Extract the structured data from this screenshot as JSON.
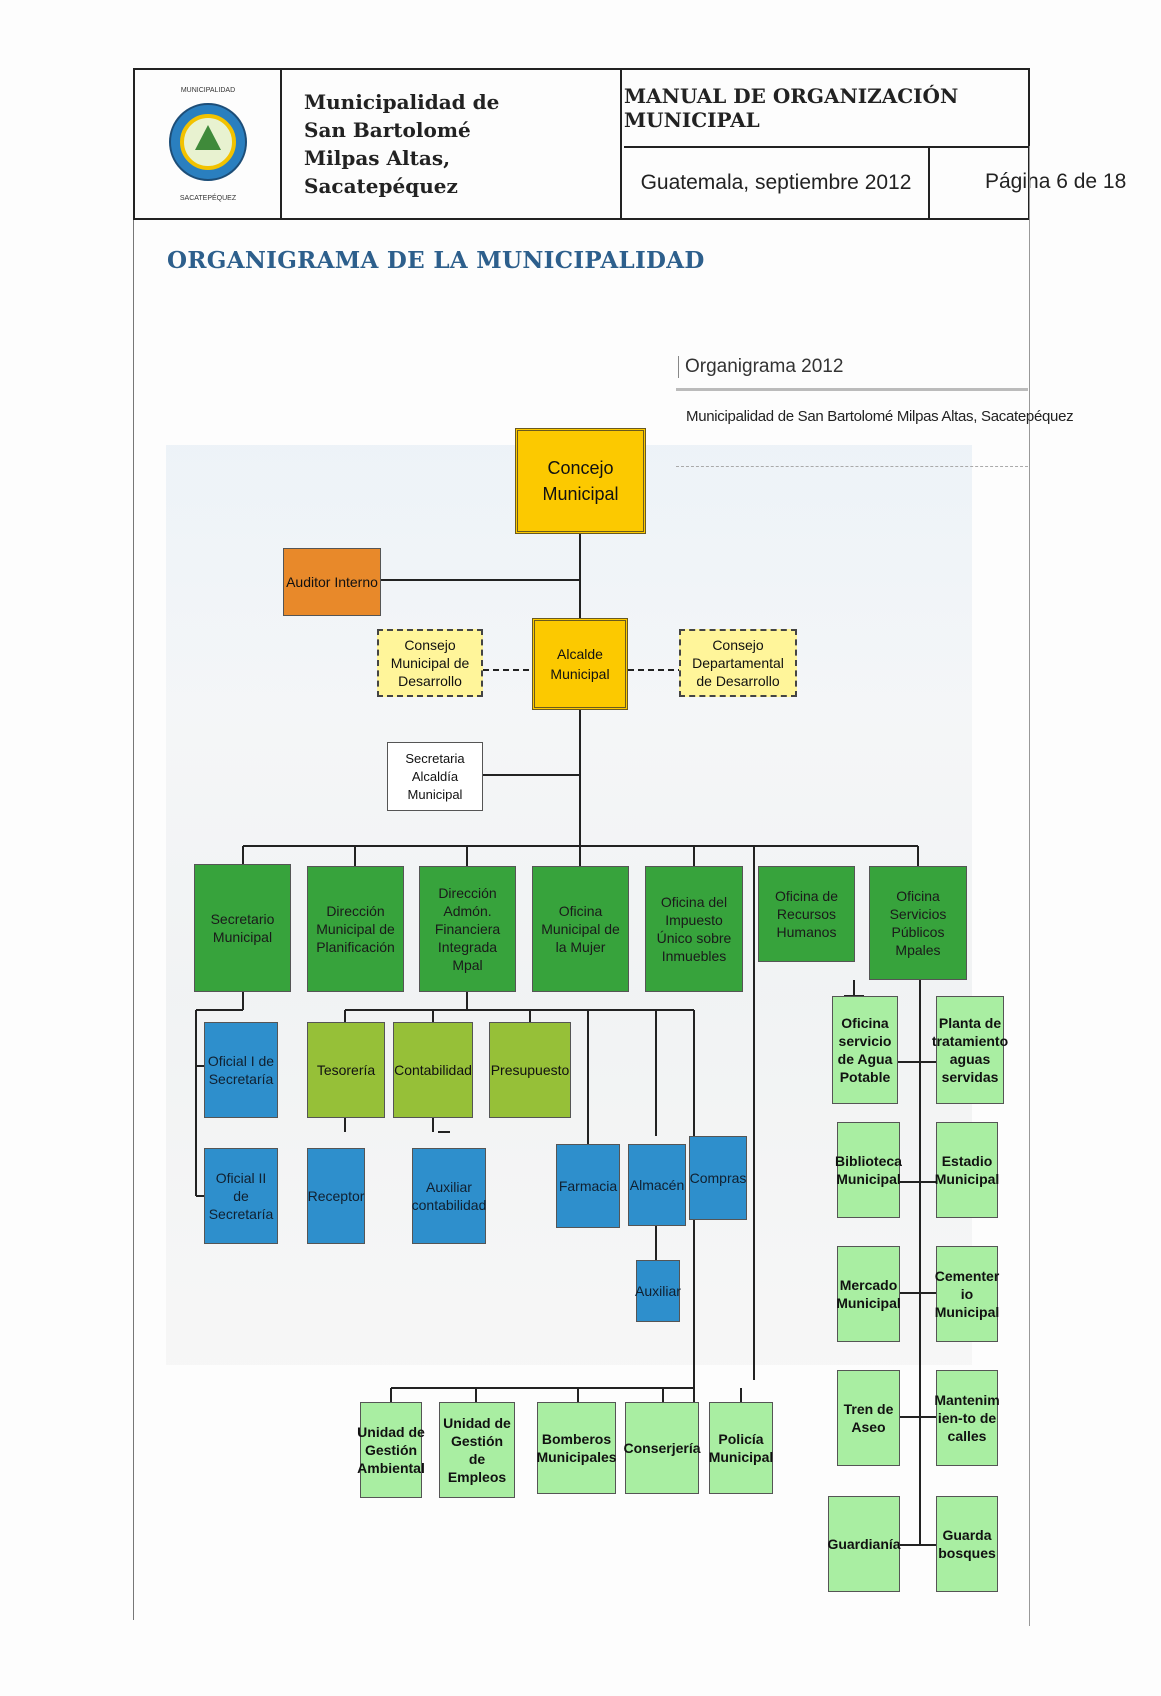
{
  "header": {
    "logo_text_top": "MUNICIPALIDAD",
    "logo_text_bottom": "SACATEPÉQUEZ",
    "municipality": [
      "Municipalidad de",
      "San Bartolomé",
      "Milpas Altas,",
      "Sacatepéquez"
    ],
    "manual_title": "MANUAL DE ORGANIZACIÓN MUNICIPAL",
    "date": "Guatemala, septiembre 2012",
    "page": "Página 6 de 18"
  },
  "section_title": "ORGANIGRAMA DE LA MUNICIPALIDAD",
  "chart_meta": {
    "year_label": "Organigrama 2012",
    "municipality_label": "Municipalidad de San Bartolomé Milpas Altas, Sacatepéquez"
  },
  "org": {
    "concejo": "Concejo Municipal",
    "auditor": "Auditor Interno",
    "alcalde": "Alcalde Municipal",
    "consejo_municipal": "Consejo Municipal de Desarrollo",
    "consejo_departamental": "Consejo Departamental de Desarrollo",
    "secretaria_alcaldia": "Secretaria Alcaldía Municipal",
    "secretario": "Secretario Municipal",
    "planificacion": "Dirección Municipal de Planificación",
    "financiera": "Dirección Admón. Financiera Integrada Mpal",
    "mujer": "Oficina Municipal de la Mujer",
    "impuesto": "Oficina del Impuesto Único sobre Inmuebles",
    "rrhh": "Oficina de Recursos Humanos",
    "servicios": "Oficina Servicios Públicos Mpales",
    "oficial1": "Oficial I de Secretaría",
    "oficial2": "Oficial II de Secretaría",
    "tesoreria": "Tesorería",
    "contabilidad": "Contabilidad",
    "presupuesto": "Presupuesto",
    "receptor": "Receptor",
    "aux_contabilidad": "Auxiliar contabilidad",
    "farmacia": "Farmacia",
    "almacen": "Almacén",
    "compras": "Compras",
    "auxiliar": "Auxiliar",
    "gestion_ambiental": "Unidad de Gestión Ambiental",
    "gestion_empleos": "Unidad de Gestión de Empleos",
    "bomberos": "Bomberos Municipales",
    "conserjeria": "Conserjería",
    "policia": "Policía Municipal",
    "agua": "Oficina servicio de Agua Potable",
    "planta": "Planta de tratamiento aguas servidas",
    "biblioteca": "Biblioteca Municipal",
    "estadio": "Estadio Municipal",
    "mercado": "Mercado Municipal",
    "cementerio": "Cementer io Municipal",
    "tren_aseo": "Tren de Aseo",
    "mantenimiento": "Mantenim ien-to de calles",
    "guardiania": "Guardianía",
    "guarda_bosques": "Guarda bosques"
  }
}
